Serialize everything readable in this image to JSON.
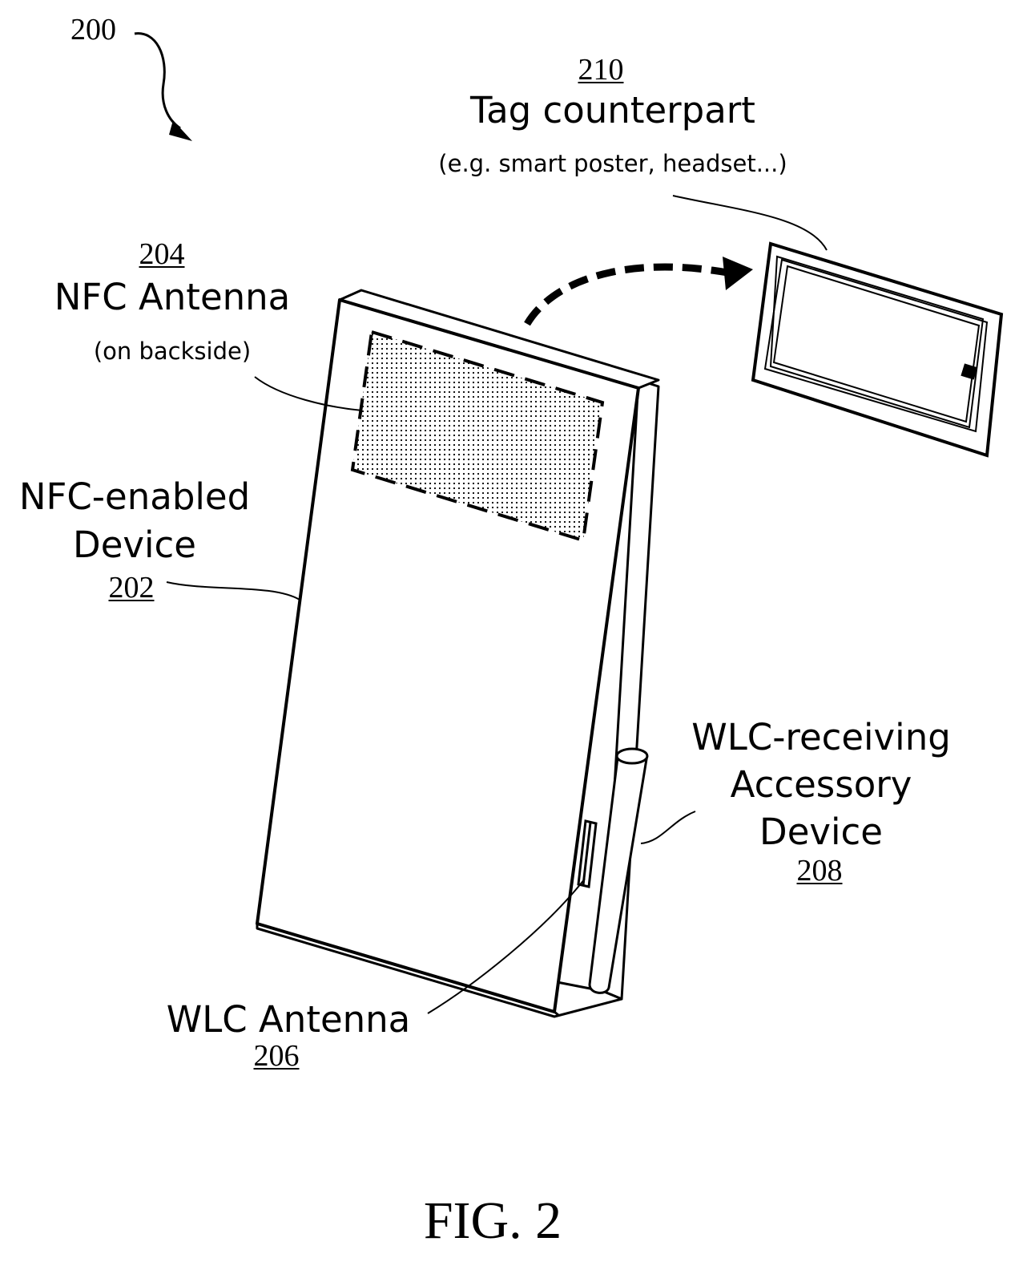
{
  "figure": {
    "caption": "FIG. 2",
    "ref_number": "200"
  },
  "tag": {
    "ref": "210",
    "name": "Tag counterpart",
    "example": "(e.g. smart poster, headset...)"
  },
  "nfc_antenna": {
    "ref": "204",
    "name": "NFC Antenna",
    "note": "(on backside)"
  },
  "nfc_device": {
    "line1": "NFC-enabled",
    "line2": "Device",
    "ref": "202"
  },
  "accessory": {
    "line1": "WLC-receiving",
    "line2": "Accessory",
    "line3": "Device",
    "ref": "208"
  },
  "wlc_antenna": {
    "name": "WLC Antenna",
    "ref": "206"
  }
}
